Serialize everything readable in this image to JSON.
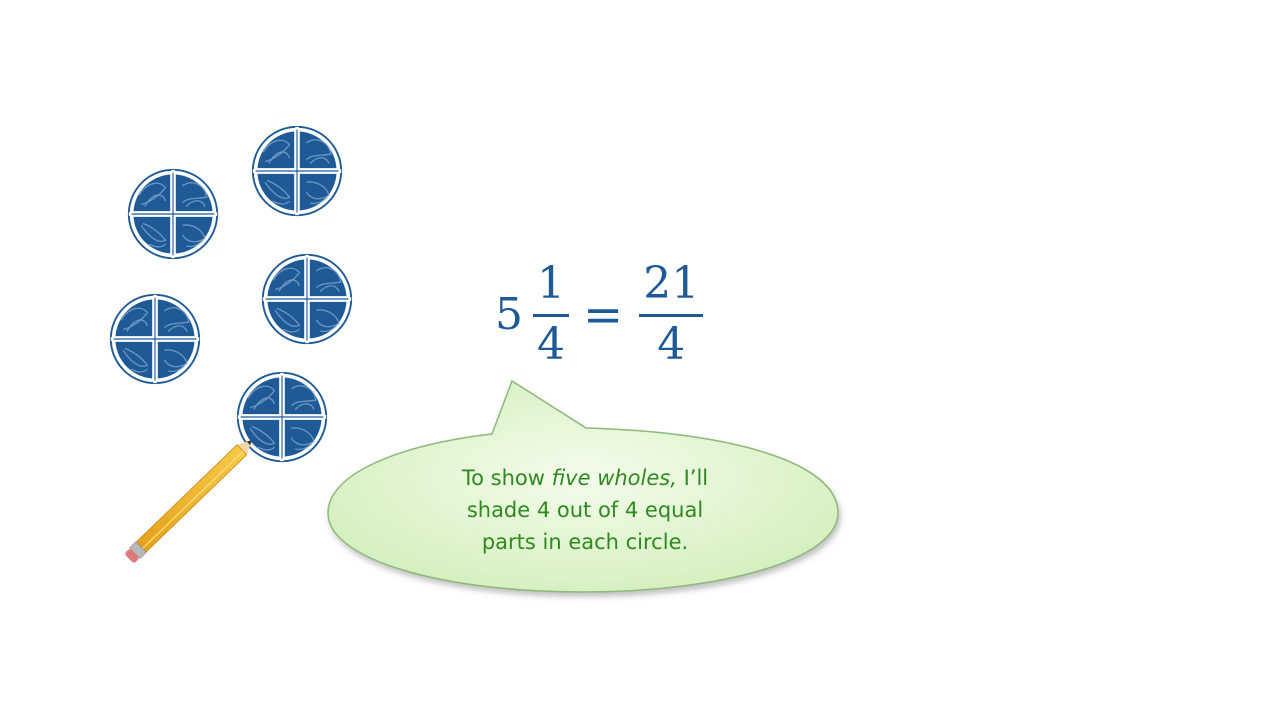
{
  "equation": {
    "mixed_whole": "5",
    "mixed_numerator": "1",
    "mixed_denominator": "4",
    "equals": "=",
    "result_numerator": "21",
    "result_denominator": "4"
  },
  "speech_bubble": {
    "line1_start": "To show ",
    "line1_emphasis": "five wholes,",
    "line1_end": " I’ll",
    "line2": "shade 4 out of 4 equal",
    "line3": "parts in each circle."
  },
  "colors": {
    "circle_fill": "#1f5a96",
    "equation_text": "#1f5a96",
    "bubble_text": "#2f8a1e",
    "bubble_fill": "#e2f5d2",
    "pencil": "#f0b429"
  },
  "circles": {
    "count": 5,
    "parts_per_circle": 4,
    "shaded_parts_per_circle": 4
  }
}
